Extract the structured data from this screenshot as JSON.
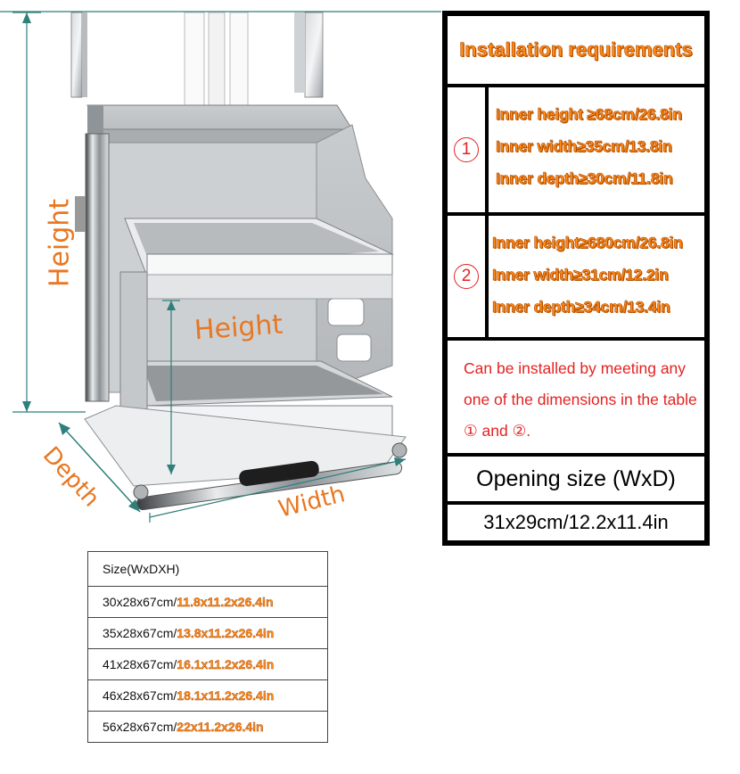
{
  "illustration": {
    "height_label_left": "Height",
    "height_label_mid": "Height",
    "depth_label": "Depth",
    "width_label": "Width"
  },
  "requirements": {
    "title": "Installation requirements",
    "options": [
      {
        "number": "①",
        "lines": [
          "Inner height ≥68cm/26.8in",
          "Inner width≥35cm/13.8in",
          "Inner depth≥30cm/11.8in"
        ]
      },
      {
        "number": "②",
        "lines": [
          "Inner height≥680cm/26.8in",
          "Inner width≥31cm/12.2in",
          "Inner depth≥34cm/13.4in"
        ]
      }
    ],
    "note": "Can be installed by meeting any one of the dimensions in the table ① and ②.",
    "opening_label": "Opening size (WxD)",
    "opening_value": "31x29cm/12.2x11.4in"
  },
  "size_table": {
    "header": "Size(WxDXH)",
    "rows": [
      {
        "metric": "30x28x67cm/",
        "imperial": "11.8x11.2x26.4in"
      },
      {
        "metric": "35x28x67cm/",
        "imperial": "13.8x11.2x26.4in"
      },
      {
        "metric": "41x28x67cm/",
        "imperial": "16.1x11.2x26.4in"
      },
      {
        "metric": "46x28x67cm/",
        "imperial": "18.1x11.2x26.4in"
      },
      {
        "metric": "56x28x67cm/",
        "imperial": "22x11.2x26.4in"
      }
    ]
  },
  "colors": {
    "accent_orange": "#e87722",
    "warning_red": "#e52222",
    "dimension_line": "#2f7f7a"
  }
}
